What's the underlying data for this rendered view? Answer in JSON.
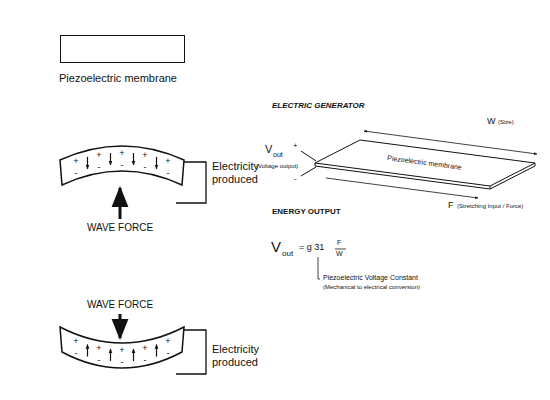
{
  "diagram": {
    "nodes": [
      {
        "text": [
          "Piezoelectric membrane"
        ]
      },
      {
        "text": [
          "Piezoelectric membrane"
        ]
      }
    ],
    "labels": [
      "Electricity produced",
      "WAVE FORCE",
      "WAVE FORCE",
      "Electricity produced",
      "ELECTRIC GENERATOR",
      "V",
      "out",
      "(Voltage output)",
      "+",
      "-",
      "W",
      "(Size)",
      "F",
      "(Stretching Input / Force)",
      "ENERGY OUTPUT",
      "V",
      "out",
      "= g 31",
      "F",
      "W",
      "Piezoelectric Voltage Constant",
      "(Mechanical to electrical conversion)",
      "+",
      "+",
      "+",
      "+",
      "+",
      "-",
      "-",
      "-",
      "-",
      "-",
      "+",
      "+",
      "+",
      "+",
      "+",
      "-",
      "-",
      "-",
      "-",
      "-"
    ]
  }
}
